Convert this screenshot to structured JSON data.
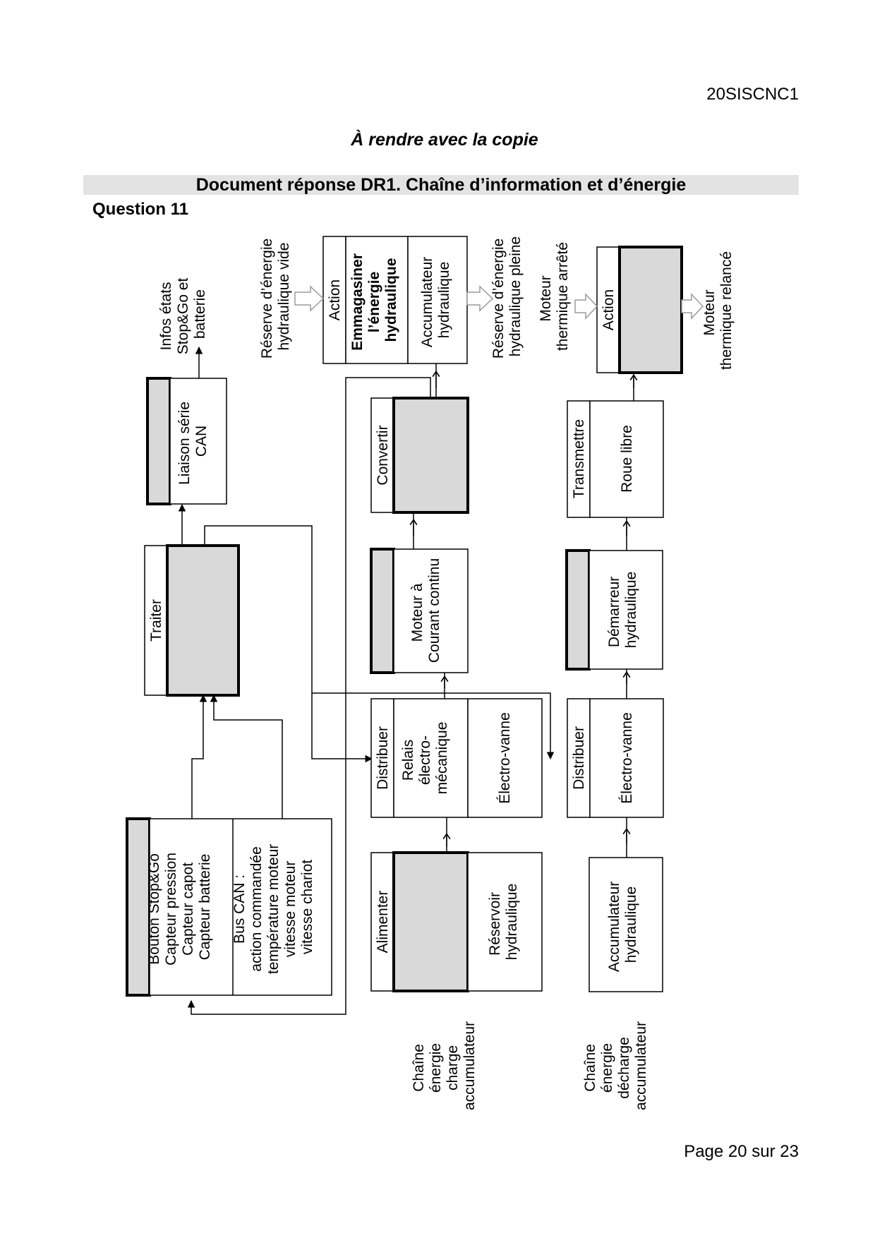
{
  "header": {
    "doc_code": "20SISCNC1",
    "subtitle": "À rendre avec la copie",
    "title": "Document réponse DR1. Chaîne d’information et d’énergie",
    "question": "Question 11"
  },
  "footer": {
    "page": "Page 20 sur 23"
  },
  "colors": {
    "empty_box": "#d9d9d9",
    "title_bar": "#e3e3e3"
  },
  "info_chain": {
    "inputs": [
      "Bouton Stop&Go",
      "Capteur pression",
      "Capteur capot",
      "Capteur batterie"
    ],
    "bus": [
      "Bus CAN :",
      "action commandée",
      "température moteur",
      "vitesse moteur",
      "vitesse chariot"
    ],
    "traiter": "Traiter",
    "liaison": [
      "Liaison série",
      "CAN"
    ],
    "output": [
      "Infos états",
      "Stop&Go et",
      "batterie"
    ]
  },
  "charge_chain": {
    "label": [
      "Chaîne",
      "énergie",
      "charge",
      "accumulateur"
    ],
    "alimenter": "Alimenter",
    "reservoir": [
      "Réservoir",
      "hydraulique"
    ],
    "distribuer": "Distribuer",
    "relais": [
      "Relais",
      "électro-",
      "mécanique"
    ],
    "electrovanne": "Électro-vanne",
    "moteur": [
      "Moteur à",
      "Courant continu"
    ],
    "convertir": "Convertir",
    "action": "Action",
    "action_name": [
      "Emmagasiner",
      "l’énergie",
      "hydraulique"
    ],
    "accumulateur": [
      "Accumulateur",
      "hydraulique"
    ],
    "input_state": [
      "Réserve d’énergie",
      "hydraulique vide"
    ],
    "output_state": [
      "Réserve d’énergie",
      "hydraulique pleine"
    ]
  },
  "discharge_chain": {
    "label": [
      "Chaîne",
      "énergie",
      "décharge",
      "accumulateur"
    ],
    "source": [
      "Accumulateur",
      "hydraulique"
    ],
    "distribuer": "Distribuer",
    "electrovanne": "Électro-vanne",
    "demarreur": [
      "Démarreur",
      "hydraulique"
    ],
    "transmettre": "Transmettre",
    "roue_libre": "Roue libre",
    "action": "Action",
    "input_state": [
      "Moteur",
      "thermique arrêté"
    ],
    "output_state": [
      "Moteur",
      "thermique relancé"
    ]
  }
}
